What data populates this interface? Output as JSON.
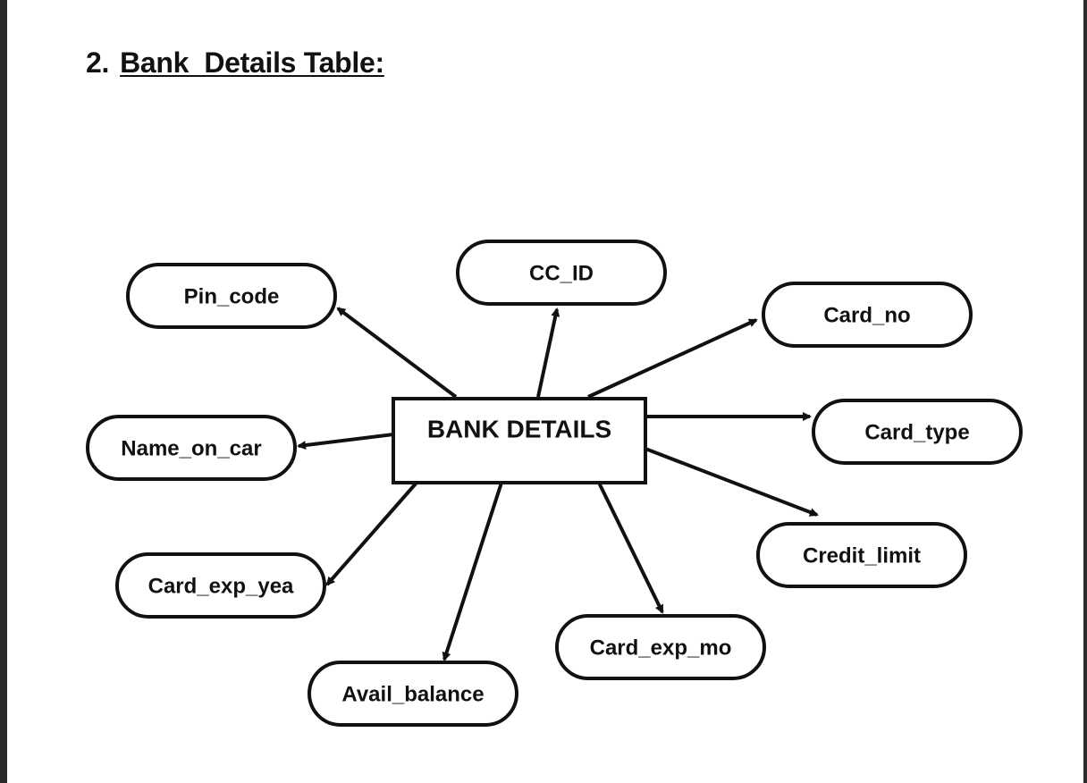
{
  "heading": {
    "number": "2.",
    "title": "Bank  Details Table:"
  },
  "diagram": {
    "entity": {
      "label": "BANK DETAILS"
    },
    "attributes": [
      {
        "id": "pin_code",
        "label": "Pin_code"
      },
      {
        "id": "cc_id",
        "label": "CC_ID"
      },
      {
        "id": "card_no",
        "label": "Card_no"
      },
      {
        "id": "name_on_car",
        "label": "Name_on_car"
      },
      {
        "id": "card_type",
        "label": "Card_type"
      },
      {
        "id": "credit_limit",
        "label": "Credit_limit"
      },
      {
        "id": "card_exp_yea",
        "label": "Card_exp_yea"
      },
      {
        "id": "card_exp_mo",
        "label": "Card_exp_mo"
      },
      {
        "id": "avail_balance",
        "label": "Avail_balance"
      }
    ]
  },
  "colors": {
    "stroke": "#111111",
    "background": "#ffffff"
  }
}
